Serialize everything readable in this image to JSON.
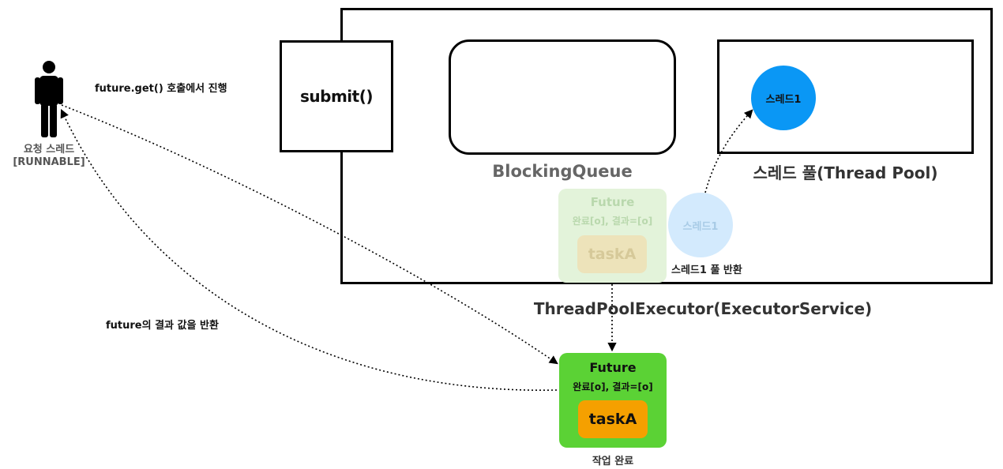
{
  "diagram": {
    "submit_label": "submit()",
    "queue_label": "BlockingQueue",
    "pool_label": "스레드 풀(Thread Pool)",
    "thread_label": "스레드1",
    "executor_label": "ThreadPoolExecutor(ExecutorService)",
    "pool_return_label": "스레드1 풀 반환",
    "future_faded": {
      "title": "Future",
      "status": "완료[o], 결과=[o]",
      "task": "taskA"
    },
    "future_active": {
      "title": "Future",
      "status": "완료[o], 결과=[o]",
      "task": "taskA"
    },
    "done_label": "작업 완료",
    "requester": {
      "name": "요청 스레드",
      "state": "[RUNNABLE]"
    },
    "get_label": "future.get() 호출에서 진행",
    "result_label": "future의 결과 값을 반환"
  },
  "colors": {
    "thread": "#0a97f5",
    "thread_faded": "#d3eafd",
    "future": "#5bd235",
    "future_faded": "#e3f3da",
    "task": "#f5a000",
    "task_faded": "#ede3ba"
  }
}
